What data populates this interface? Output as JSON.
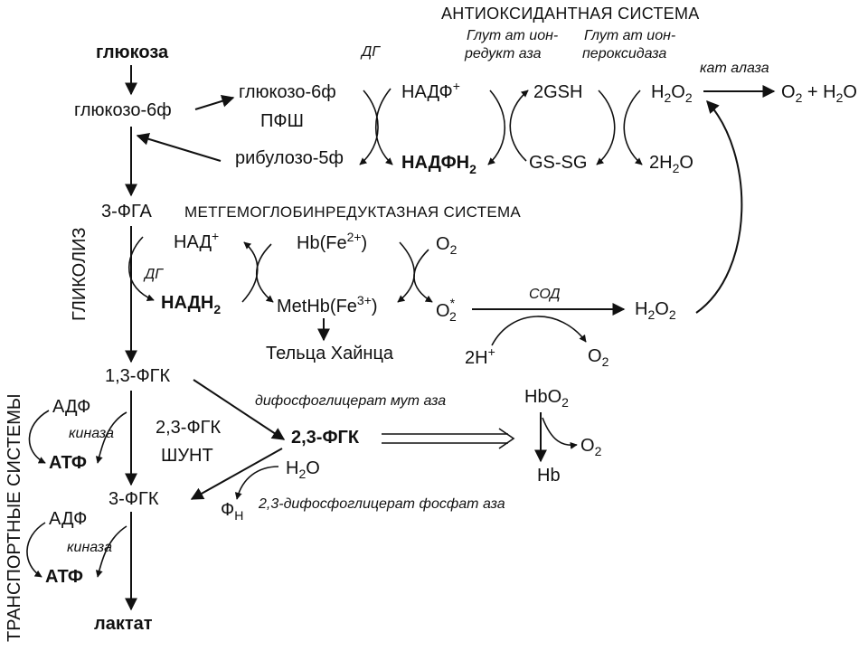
{
  "labels": {
    "antioxidant_system": "АНТИОКСИДАНТНАЯ СИСТЕМА",
    "glucose": "глюкоза",
    "glucose6p": "глюкозо-6ф",
    "glucose6p_b": "глюкозо-6ф",
    "ppp": "ПФШ",
    "ribulose5p": "рибулозо-5ф",
    "dg_top": "ДГ",
    "nadp": "НАДФ",
    "nadp_sup": "+",
    "nadph": "НАДФН",
    "nadph_sub": "2",
    "glut_red_1": "Глут ат ион-",
    "glut_red_2": "редукт аза",
    "glut_per_1": "Глут ат ион-",
    "glut_per_2": "пероксидаза",
    "catalase": "кат алаза",
    "gsh": "2GSH",
    "gssg": "GS-SG",
    "h2o2_top_a": "H",
    "h2o2_top_b": "2",
    "h2o2_top_c": "O",
    "h2o2_top_d": "2",
    "o2_h2o_a": "O",
    "o2_h2o_b": "2",
    "o2_h2o_c": " + H",
    "o2_h2o_d": "2",
    "o2_h2o_e": "O",
    "two_h2o_a": "2H",
    "two_h2o_b": "2",
    "two_h2o_c": "O",
    "fga": "3-ФГА",
    "methb_system": "МЕТГЕМОГЛОБИНРЕДУКТАЗНАЯ СИСТЕМА",
    "glycolysis": "ГЛИКОЛИЗ",
    "nad": "НАД",
    "nad_sup": "+",
    "dg_mid": "ДГ",
    "nadh": "НАДН",
    "nadh_sub": "2",
    "hb_fe2_a": "Hb(Fe",
    "hb_fe2_b": "2+",
    "hb_fe2_c": ")",
    "methb_a": "MetHb(Fe",
    "methb_b": "3+",
    "methb_c": ")",
    "heinz": "Тельца Хайнца",
    "o2_mid_a": "O",
    "o2_mid_b": "2",
    "o2rad_a": "O",
    "o2rad_b": "*",
    "o2rad_c": "2",
    "sod": "СОД",
    "h2o2_mid_a": "H",
    "h2o2_mid_b": "2",
    "h2o2_mid_c": "O",
    "h2o2_mid_d": "2",
    "two_h_a": "2H",
    "two_h_b": "+",
    "o2_sod_a": "O",
    "o2_sod_b": "2",
    "transport": "ТРАНСПОРТНЫЕ СИСТЕМЫ",
    "bpg13": "1,3-ФГК",
    "adp1": "АДФ",
    "kinase1": "киназа",
    "atp1": "АТФ",
    "shunt1": "2,3-ФГК",
    "shunt2": "ШУНТ",
    "mutase": "дифосфоглицерат мут аза",
    "bpg23": "2,3-ФГК",
    "h2o_a": "H",
    "h2o_b": "2",
    "h2o_c": "O",
    "pga3": "3-ФГК",
    "pn_a": "Ф",
    "pn_b": "Н",
    "phosphatase": "2,3-дифосфоглицерат фосфат аза",
    "hbo2_a": "HbO",
    "hbo2_b": "2",
    "o2_hb_a": "O",
    "o2_hb_b": "2",
    "hb": "Hb",
    "adp2": "АДФ",
    "kinase2": "киназа",
    "atp2": "АТФ",
    "lactate": "лактат"
  }
}
